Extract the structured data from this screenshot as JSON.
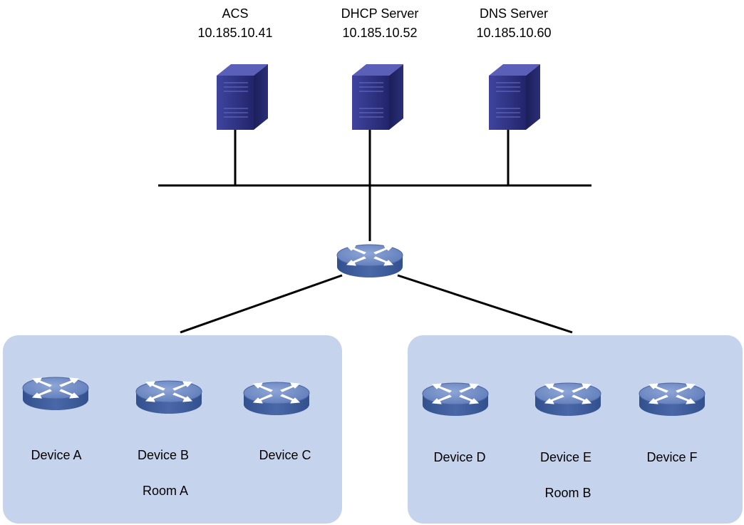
{
  "servers": [
    {
      "name": "ACS",
      "ip": "10.185.10.41"
    },
    {
      "name": "DHCP Server",
      "ip": "10.185.10.52"
    },
    {
      "name": "DNS Server",
      "ip": "10.185.10.60"
    }
  ],
  "rooms": [
    {
      "label": "Room A",
      "devices": [
        "Device A",
        "Device B",
        "Device C"
      ]
    },
    {
      "label": "Room B",
      "devices": [
        "Device D",
        "Device E",
        "Device F"
      ]
    }
  ],
  "colors": {
    "room_fill": "#c5d3ec",
    "server_dark": "#2c2f7e",
    "switch_top": "#6c89c4",
    "switch_side": "#3d5a9a",
    "line": "#000000"
  }
}
